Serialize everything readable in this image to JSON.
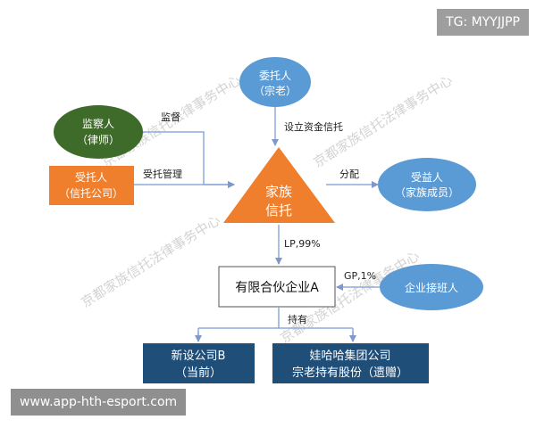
{
  "header": {
    "tg_badge": "TG: MYYJJPP"
  },
  "footer": {
    "site_badge": "www.app-hth-esport.com"
  },
  "watermark": "京都家族信托法律事务中心",
  "nodes": {
    "settlor": {
      "line1": "委托人",
      "line2": "（宗老）"
    },
    "supervisor": {
      "line1": "监察人",
      "line2": "（律师）"
    },
    "trustee": {
      "line1": "受托人",
      "line2": "（信托公司）"
    },
    "trust": {
      "line1": "家族",
      "line2": "信托"
    },
    "beneficiary": {
      "line1": "受益人",
      "line2": "（家族成员）"
    },
    "partnership": {
      "label": "有限合伙企业A"
    },
    "successor": {
      "label": "企业接班人"
    },
    "newco": {
      "line1": "新设公司B",
      "line2": "（当前）"
    },
    "wahaha": {
      "line1": "娃哈哈集团公司",
      "line2": "宗老持有股份（遗赠）"
    }
  },
  "edges": {
    "supervise": "监督",
    "fund_trust": "设立资金信托",
    "entrusted_mgmt": "受托管理",
    "distribute": "分配",
    "lp": "LP,99%",
    "gp": "GP,1%",
    "hold": "持有"
  },
  "colors": {
    "blue_fill": "#5b9bd5",
    "green_fill": "#3f6b2a",
    "orange_fill": "#ef7f2c",
    "navy_fill": "#1f4e79",
    "connector": "#8eaadb",
    "watermark": "#c8c8c8",
    "badge": "#9e9e9e"
  }
}
